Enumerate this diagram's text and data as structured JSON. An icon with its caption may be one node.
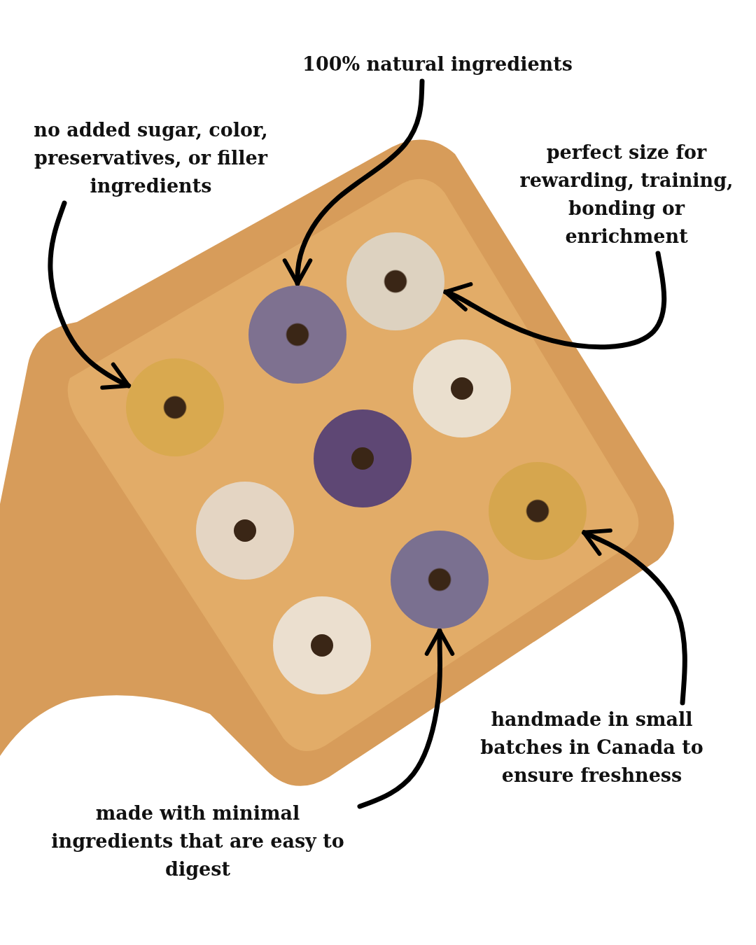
{
  "diagram": {
    "nodes": [
      {
        "text": [
          "100% natural ingredients"
        ]
      },
      {
        "text": [
          "no added sugar, color, preservatives, or filler ingredients"
        ]
      },
      {
        "text": [
          "perfect size for rewarding, training, bonding or enrichment"
        ]
      },
      {
        "text": [
          "handmade in small batches in Canada to ensure freshness"
        ]
      },
      {
        "text": [
          "made with minimal ingredients that are easy to digest"
        ]
      },
      {
        "text": [],
        "shape": "circle"
      },
      {
        "text": [],
        "shape": "circle"
      },
      {
        "text": [],
        "shape": "circle"
      },
      {
        "text": [],
        "shape": "circle"
      },
      {
        "text": [],
        "shape": "circle"
      }
    ],
    "edges": [
      {
        "from": 0,
        "to": 6,
        "arrow": "to"
      },
      {
        "from": 1,
        "to": 5,
        "arrow": "to"
      },
      {
        "from": 2,
        "to": 7,
        "arrow": "to"
      },
      {
        "from": 3,
        "to": 8,
        "arrow": "to"
      },
      {
        "from": 4,
        "to": 9,
        "arrow": "to"
      }
    ]
  }
}
